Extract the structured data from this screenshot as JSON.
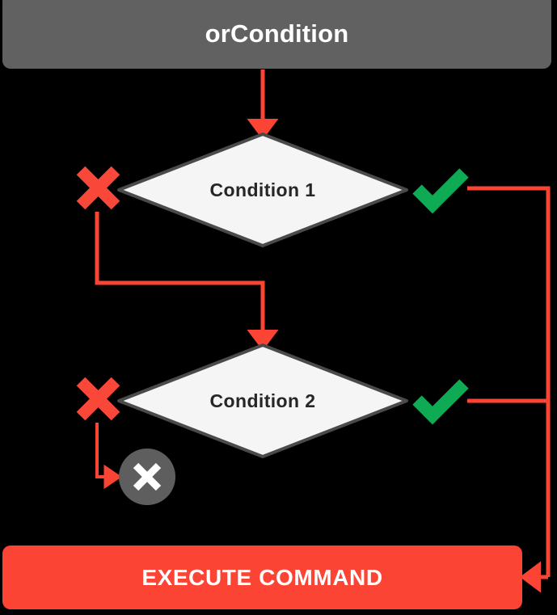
{
  "diagram": {
    "title": "orCondition",
    "type": "flowchart",
    "background_color": "#000000"
  },
  "header": {
    "label": "orCondition",
    "fill_color": "#616161",
    "text_color": "#ffffff"
  },
  "nodes": [
    {
      "id": "condition-1",
      "shape": "diamond",
      "label": "Condition 1",
      "fill_color": "#f5f5f5",
      "border_color": "#4a4a4a",
      "text_color": "#262626"
    },
    {
      "id": "condition-2",
      "shape": "diamond",
      "label": "Condition 2",
      "fill_color": "#f5f5f5",
      "border_color": "#4a4a4a",
      "text_color": "#262626"
    },
    {
      "id": "stop-node",
      "shape": "circle",
      "label": "",
      "glyph": "x-mark",
      "fill_color": "#5e5e5e",
      "glyph_color": "#ffffff"
    },
    {
      "id": "execute-command",
      "shape": "rounded-rect",
      "label": "EXECUTE COMMAND",
      "fill_color": "#fb4434",
      "text_color": "#ffffff"
    }
  ],
  "markers": {
    "true_marker": {
      "name": "check-mark",
      "color": "#0eab54",
      "meaning": "condition true"
    },
    "false_marker": {
      "name": "x-mark",
      "color": "#f9483a",
      "meaning": "condition false"
    }
  },
  "edges": [
    {
      "id": "header-to-condition-1",
      "from": "orCondition",
      "to": "Condition 1",
      "color": "#fb4434",
      "arrow": true
    },
    {
      "id": "condition-1-false-to-condition-2",
      "from": "Condition 1",
      "to": "Condition 2",
      "branch": "false",
      "color": "#fb4434",
      "arrow": true
    },
    {
      "id": "condition-1-true-to-execute",
      "from": "Condition 1",
      "to": "EXECUTE COMMAND",
      "branch": "true",
      "color": "#fb4434",
      "arrow": true
    },
    {
      "id": "condition-2-false-to-stop",
      "from": "Condition 2",
      "to": "stop-node",
      "branch": "false",
      "color": "#fb4434",
      "arrow": true
    },
    {
      "id": "condition-2-true-to-execute",
      "from": "Condition 2",
      "to": "EXECUTE COMMAND",
      "branch": "true",
      "color": "#fb4434",
      "arrow": true
    }
  ],
  "execute": {
    "label": "EXECUTE COMMAND"
  }
}
